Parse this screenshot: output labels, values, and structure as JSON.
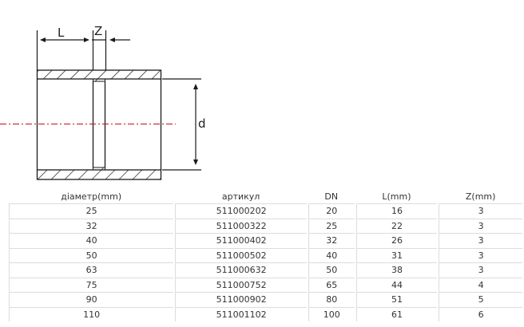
{
  "diagram": {
    "labels": {
      "length": "L",
      "gap": "Z",
      "diameter": "d"
    },
    "axis_color": "#c0102a",
    "line_color": "#1a1a1a"
  },
  "table": {
    "headers": [
      "діаметр(mm)",
      "артикул",
      "DN",
      "L(mm)",
      "Z(mm)"
    ],
    "rows": [
      [
        "25",
        "511000202",
        "20",
        "16",
        "3"
      ],
      [
        "32",
        "511000322",
        "25",
        "22",
        "3"
      ],
      [
        "40",
        "511000402",
        "32",
        "26",
        "3"
      ],
      [
        "50",
        "511000502",
        "40",
        "31",
        "3"
      ],
      [
        "63",
        "511000632",
        "50",
        "38",
        "3"
      ],
      [
        "75",
        "511000752",
        "65",
        "44",
        "4"
      ],
      [
        "90",
        "511000902",
        "80",
        "51",
        "5"
      ],
      [
        "110",
        "511001102",
        "100",
        "61",
        "6"
      ]
    ]
  }
}
